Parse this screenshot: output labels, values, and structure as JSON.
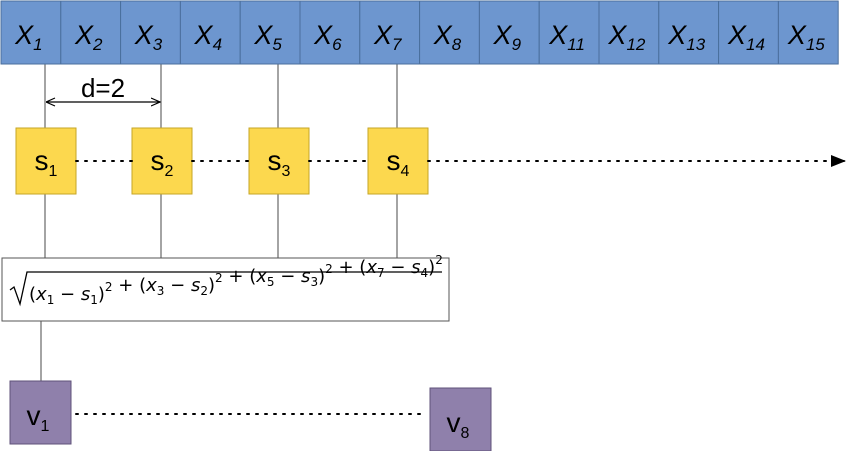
{
  "colors": {
    "input_cell": "#6d96cf",
    "input_border": "#4a6f9d",
    "s_box": "#fcd84e",
    "s_border": "#c6a626",
    "v_box": "#8f80ab",
    "v_border": "#5f5279",
    "line": "#4a4a4a"
  },
  "inputs": [
    {
      "base": "X",
      "sub": "1"
    },
    {
      "base": "X",
      "sub": "2"
    },
    {
      "base": "X",
      "sub": "3"
    },
    {
      "base": "X",
      "sub": "4"
    },
    {
      "base": "X",
      "sub": "5"
    },
    {
      "base": "X",
      "sub": "6"
    },
    {
      "base": "X",
      "sub": "7"
    },
    {
      "base": "X",
      "sub": "8"
    },
    {
      "base": "X",
      "sub": "9"
    },
    {
      "base": "X",
      "sub": "11"
    },
    {
      "base": "X",
      "sub": "12"
    },
    {
      "base": "X",
      "sub": "13"
    },
    {
      "base": "X",
      "sub": "14"
    },
    {
      "base": "X",
      "sub": "15"
    }
  ],
  "dilation_label": "d=2",
  "shapelet": [
    {
      "base": "s",
      "sub": "1"
    },
    {
      "base": "s",
      "sub": "2"
    },
    {
      "base": "s",
      "sub": "3"
    },
    {
      "base": "s",
      "sub": "4"
    }
  ],
  "formula": {
    "terms": [
      {
        "x": "x",
        "xs": "1",
        "s": "s",
        "ss": "1"
      },
      {
        "x": "x",
        "xs": "3",
        "s": "s",
        "ss": "2"
      },
      {
        "x": "x",
        "xs": "5",
        "s": "s",
        "ss": "3"
      },
      {
        "x": "x",
        "xs": "7",
        "s": "s",
        "ss": "4"
      }
    ],
    "exponent": "2",
    "plus": "+",
    "minus": "−",
    "open": "(",
    "close": ")"
  },
  "outputs": [
    {
      "base": "v",
      "sub": "1"
    },
    {
      "base": "v",
      "sub": "8"
    }
  ]
}
